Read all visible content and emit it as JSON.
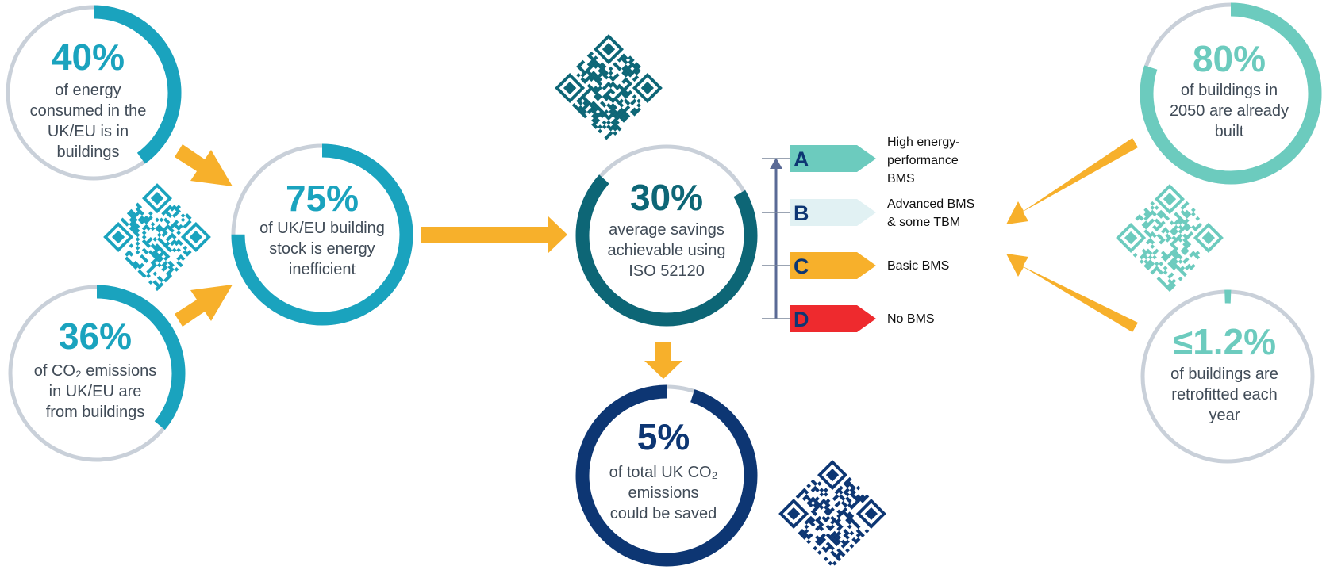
{
  "colors": {
    "teal": "#1aa3be",
    "dark_teal": "#0d6676",
    "navy": "#0d3673",
    "mint": "#6ccbbe",
    "grey": "#c9d0d9",
    "arrow": "#f7b02b",
    "text": "#404b57"
  },
  "stats": {
    "energy": {
      "value": "40%",
      "lines": [
        "of energy",
        "consumed in the",
        "UK/EU is in",
        "buildings"
      ],
      "fill": 0.4
    },
    "co2": {
      "value": "36%",
      "lines": [
        "of CO₂ emissions",
        "in UK/EU are",
        "from buildings"
      ],
      "fill": 0.36
    },
    "inefficient": {
      "value": "75%",
      "lines": [
        "of UK/EU building",
        "stock is energy",
        "inefficient"
      ],
      "fill": 0.75
    },
    "savings": {
      "value": "30%",
      "lines": [
        "average savings",
        "achievable using",
        "ISO 52120"
      ],
      "fill": 0.7
    },
    "saved": {
      "value": "5%",
      "lines": [
        "of total UK CO₂",
        "emissions",
        "could be saved"
      ],
      "fill": 0.95
    },
    "built": {
      "value": "80%",
      "lines": [
        "of buildings in",
        "2050 are already",
        "built"
      ],
      "fill": 0.8
    },
    "retrofit": {
      "value": "≤1.2%",
      "lines": [
        "of buildings are",
        "retrofitted each",
        "year"
      ],
      "fill": 0.012
    }
  },
  "ratings": [
    {
      "letter": "A",
      "color": "#6ccbbe",
      "lines": [
        "High energy-",
        "performance",
        "BMS"
      ]
    },
    {
      "letter": "B",
      "color": "#e1f1f3",
      "lines": [
        "Advanced BMS",
        "& some TBM"
      ]
    },
    {
      "letter": "C",
      "color": "#f7b02b",
      "lines": [
        "Basic BMS"
      ]
    },
    {
      "letter": "D",
      "color": "#ee2a2e",
      "lines": [
        "No BMS"
      ]
    }
  ]
}
